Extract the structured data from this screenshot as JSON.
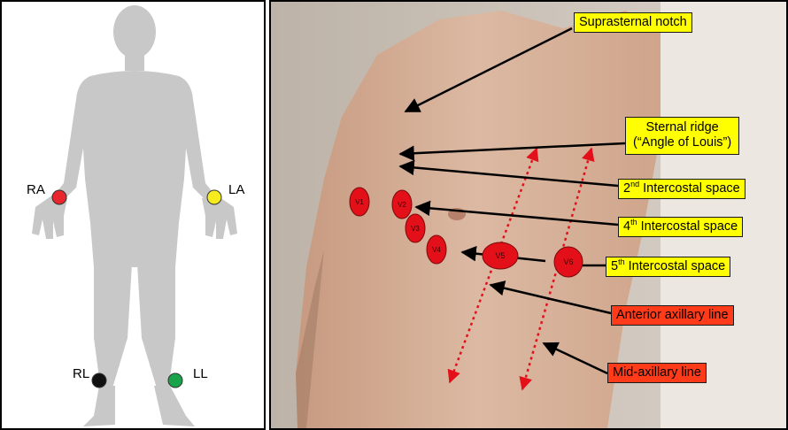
{
  "limb_leads": [
    {
      "label": "RA",
      "color": "#e8262b"
    },
    {
      "label": "LA",
      "color": "#f6ec1d"
    },
    {
      "label": "RL",
      "color": "#111111"
    },
    {
      "label": "LL",
      "color": "#1aa34a"
    }
  ],
  "electrodes": [
    "V1",
    "V2",
    "V3",
    "V4",
    "V5",
    "V6"
  ],
  "landmarks": {
    "suprasternal_notch": "Suprasternal notch",
    "sternal_ridge_line1": "Sternal ridge",
    "sternal_ridge_line2": "(“Angle of Louis”)",
    "ic2_num": "2",
    "ic2_sup": "nd",
    "ic2_text": " Intercostal space",
    "ic4_num": "4",
    "ic4_sup": "th",
    "ic4_text": " Intercostal space",
    "ic5_num": "5",
    "ic5_sup": "th",
    "ic5_text": " Intercostal space",
    "anterior_axillary": "Anterior axillary line",
    "mid_axillary": "Mid-axillary line"
  },
  "colors": {
    "label_yellow": "#ffff00",
    "label_red": "#ff3b1a",
    "electrode_red": "#e3101a",
    "silhouette": "#c8c8c8",
    "axillary_line": "#e3101a"
  }
}
